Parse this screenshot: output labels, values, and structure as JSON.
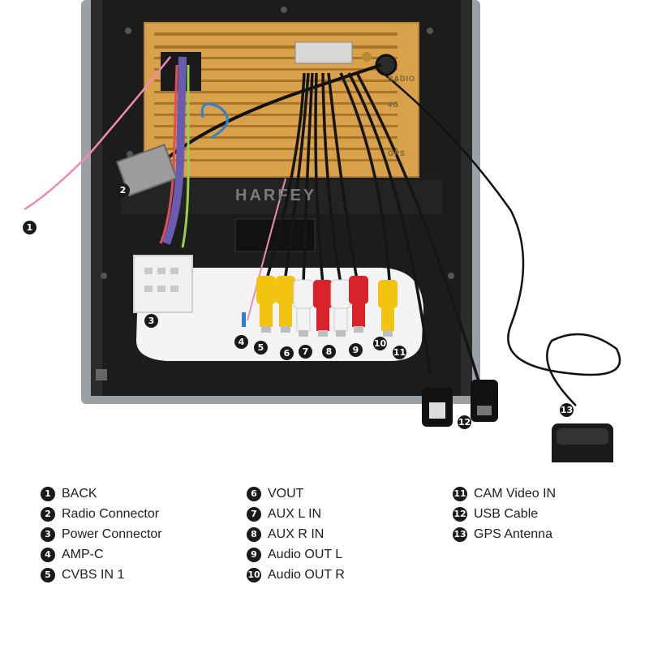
{
  "brand": "HARFEY",
  "port_labels": {
    "radio": "RADIO",
    "4g": "4G",
    "gps": "GPS"
  },
  "badges": [
    "1",
    "2",
    "3",
    "4",
    "5",
    "6",
    "7",
    "8",
    "9",
    "10",
    "11",
    "12",
    "13"
  ],
  "legend": {
    "col1": [
      {
        "num": "1",
        "label": "BACK"
      },
      {
        "num": "2",
        "label": "Radio Connector"
      },
      {
        "num": "3",
        "label": "Power Connector"
      },
      {
        "num": "4",
        "label": "AMP-C"
      },
      {
        "num": "5",
        "label": "CVBS IN 1"
      }
    ],
    "col2": [
      {
        "num": "6",
        "label": "VOUT"
      },
      {
        "num": "7",
        "label": "AUX L IN"
      },
      {
        "num": "8",
        "label": "AUX R IN"
      },
      {
        "num": "9",
        "label": "Audio OUT L"
      },
      {
        "num": "10",
        "label": "Audio OUT R"
      }
    ],
    "col3": [
      {
        "num": "11",
        "label": "CAM Video IN"
      },
      {
        "num": "12",
        "label": "USB Cable"
      },
      {
        "num": "13",
        "label": "GPS Antenna"
      }
    ]
  },
  "colors": {
    "chassis": "#1c1c1c",
    "gold_panel": "#d9a24a",
    "rca_yellow": "#f2c40f",
    "rca_white": "#f3f3f3",
    "rca_red": "#d8232a",
    "pink_wire": "#ef8ab8",
    "blue_wire": "#2f7fd0"
  }
}
